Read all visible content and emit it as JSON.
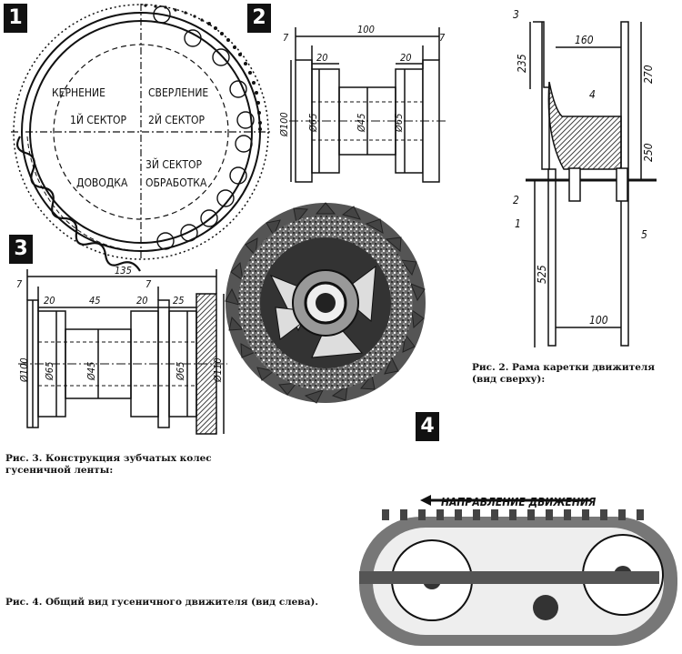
{
  "fig1": {
    "badge": "1",
    "sector_labels": [
      "КЕРНЕНИЕ",
      "1Й СЕКТОР",
      "СВЕРЛЕНИЕ",
      "2Й СЕКТОР",
      "ДОВОДКА",
      "3Й СЕКТОР",
      "ОБРАБОТКА"
    ]
  },
  "fig2_badge": "2",
  "fig3_badge": "3",
  "fig4_badge": "4",
  "wheel2_dims": [
    "7",
    "100",
    "7",
    "20",
    "20",
    "Ø100",
    "Ø65",
    "Ø45",
    "Ø65"
  ],
  "wheel3_dims": [
    "7",
    "135",
    "7",
    "20",
    "45",
    "20",
    "25",
    "Ø100",
    "Ø65",
    "Ø45",
    "Ø65",
    "Ø110"
  ],
  "frame_dims": [
    "3",
    "160",
    "235",
    "270",
    "4",
    "250",
    "2",
    "1",
    "5",
    "525",
    "100"
  ],
  "arrow_label": "НАПРАВЛЕНИЕ ДВИЖЕНИЯ",
  "captions": {
    "ris2": "Рис. 2. Рама каретки движителя (вид сверху):",
    "ris3": "Рис. 3. Конструкция зубчатых колес гусеничной ленты:",
    "ris4": "Рис. 4. Общий вид гусеничного движителя (вид слева)."
  }
}
